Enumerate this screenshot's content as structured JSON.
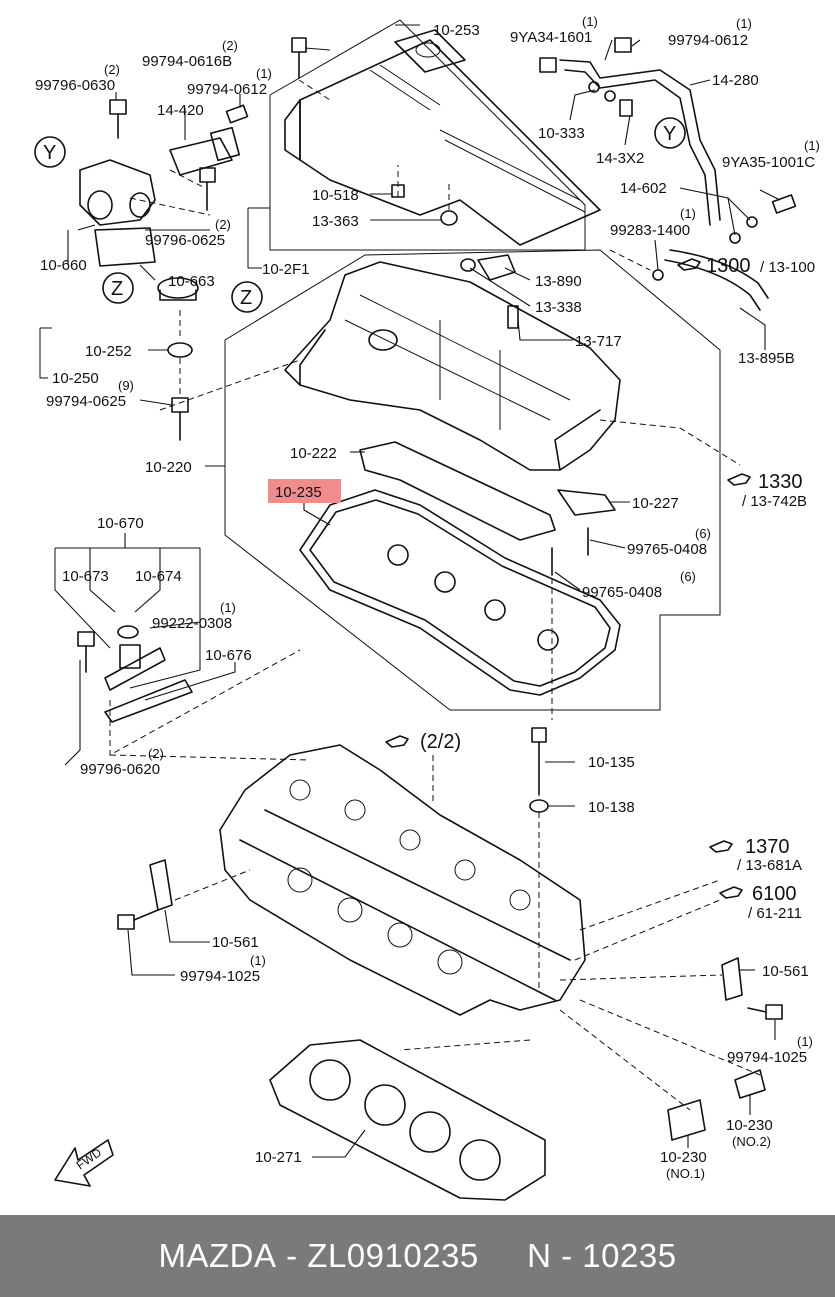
{
  "footer": {
    "brand": "MAZDA",
    "sep1": " - ",
    "part_number": "ZL0910235",
    "gap": "     ",
    "n_label": "N",
    "sep2": " - ",
    "n_code": "10235"
  },
  "highlight_color": "#f08c8c",
  "callouts": {
    "y1": "Y",
    "y2": "Y",
    "z1": "Z",
    "z2": "Z",
    "p10253": "10-253",
    "p99794_0616B": "99794-0616B",
    "q99794_0616B": "(2)",
    "p99796_0630": "99796-0630",
    "q99796_0630": "(2)",
    "p99794_0612a": "99794-0612",
    "q99794_0612a": "(1)",
    "p14420": "14-420",
    "p10660": "10-660",
    "p99796_0625": "99796-0625",
    "q99796_0625": "(2)",
    "p10663": "10-663",
    "p10518": "10-518",
    "p13363": "13-363",
    "p10_2F1": "10-2F1",
    "p9YA34": "9YA34-1601",
    "q9YA34": "(1)",
    "p99794_0612b": "99794-0612",
    "q99794_0612b": "(1)",
    "p14280": "14-280",
    "p10333": "10-333",
    "p14_3X2": "14-3X2",
    "p9YA35": "9YA35-1001C",
    "q9YA35": "(1)",
    "p14602": "14-602",
    "p99283": "99283-1400",
    "q99283": "(1)",
    "ref1300": "1300",
    "ref1300b": "/ 13-100",
    "p13890": "13-890",
    "p13338": "13-338",
    "p13717": "13-717",
    "p13895B": "13-895B",
    "p10252": "10-252",
    "p10250": "10-250",
    "p99794_0625": "99794-0625",
    "q99794_0625": "(9)",
    "p10220": "10-220",
    "p10222": "10-222",
    "p10235": "10-235",
    "ref1330": "1330",
    "ref1330b": "/ 13-742B",
    "p10227": "10-227",
    "p99765_0408a": "99765-0408",
    "q99765_0408a": "(6)",
    "p99765_0408b": "99765-0408",
    "q99765_0408b": "(6)",
    "p10670": "10-670",
    "p10673": "10-673",
    "p10674": "10-674",
    "p99222": "99222-0308",
    "q99222": "(1)",
    "p10676": "10-676",
    "p99796_0620": "99796-0620",
    "q99796_0620": "(2)",
    "ref22": "(2/2)",
    "p10135": "10-135",
    "p10138": "10-138",
    "ref1370": "1370",
    "ref1370b": "/ 13-681A",
    "ref6100": "6100",
    "ref6100b": "/ 61-211",
    "p10561a": "10-561",
    "p99794_1025a": "99794-1025",
    "q99794_1025a": "(1)",
    "p10561b": "10-561",
    "p99794_1025b": "99794-1025",
    "q99794_1025b": "(1)",
    "p10271": "10-271",
    "p10230a": "10-230",
    "q10230a": "(NO.1)",
    "p10230b": "10-230",
    "q10230b": "(NO.2)",
    "fwd": "FWD"
  }
}
